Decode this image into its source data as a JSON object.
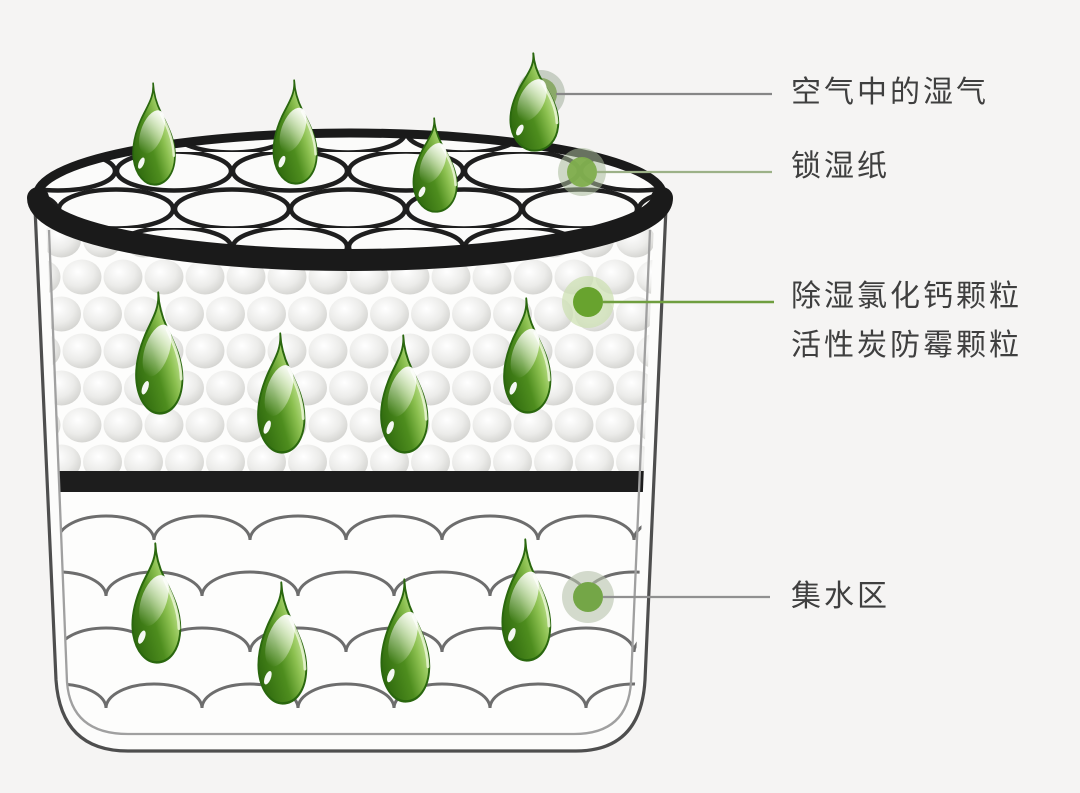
{
  "figure": {
    "type": "product-structure-diagram",
    "subject": "dehumidifier-box-cutaway",
    "annotations": {
      "moisture_in_air": "空气中的湿气",
      "moisture_lock_paper": "锁湿纸",
      "desiccant_line1": "除湿氯化钙颗粒",
      "desiccant_line2": "活性炭防霉颗粒",
      "water_collection": "集水区"
    },
    "icons": {
      "droplet": "water-drop-icon",
      "marker": "callout-dot-icon"
    },
    "colors": {
      "background": "#f5f4f3",
      "container_fill": "#fcfcfb",
      "rim_black": "#1a1a1a",
      "divider_black": "#1d1d1d",
      "wave_stroke": "#6d6d6d",
      "wall_stroke": "#4e4e4e",
      "droplet_green_dark": "#2b650c",
      "droplet_green_light": "#c2e393",
      "marker_green": "#6da832",
      "leader_gray": "#8a8a8a",
      "leader_green": "#6f9e3f",
      "text": "#3f3f3f"
    }
  }
}
